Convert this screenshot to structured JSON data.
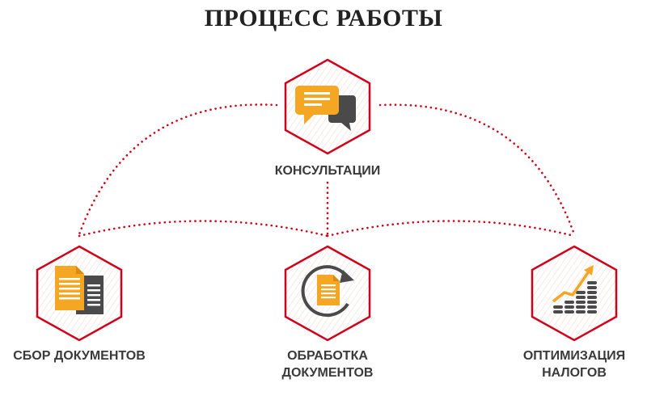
{
  "title": "ПРОЦЕСС РАБОТЫ",
  "colors": {
    "accent": "#d0021b",
    "icon_orange": "#f5a623",
    "icon_gray": "#4a4a4a"
  },
  "nodes": [
    {
      "id": "consult",
      "icon": "chat-bubbles-icon",
      "label_lines": [
        "КОНСУЛЬТАЦИИ"
      ]
    },
    {
      "id": "collect",
      "icon": "documents-icon",
      "label_lines": [
        "СБОР ДОКУМЕНТОВ"
      ]
    },
    {
      "id": "process",
      "icon": "document-cycle-icon",
      "label_lines": [
        "ОБРАБОТКА",
        "ДОКУМЕНТОВ"
      ]
    },
    {
      "id": "optimize",
      "icon": "growth-chart-icon",
      "label_lines": [
        "ОПТИМИЗАЦИЯ",
        "НАЛОГОВ"
      ]
    }
  ]
}
